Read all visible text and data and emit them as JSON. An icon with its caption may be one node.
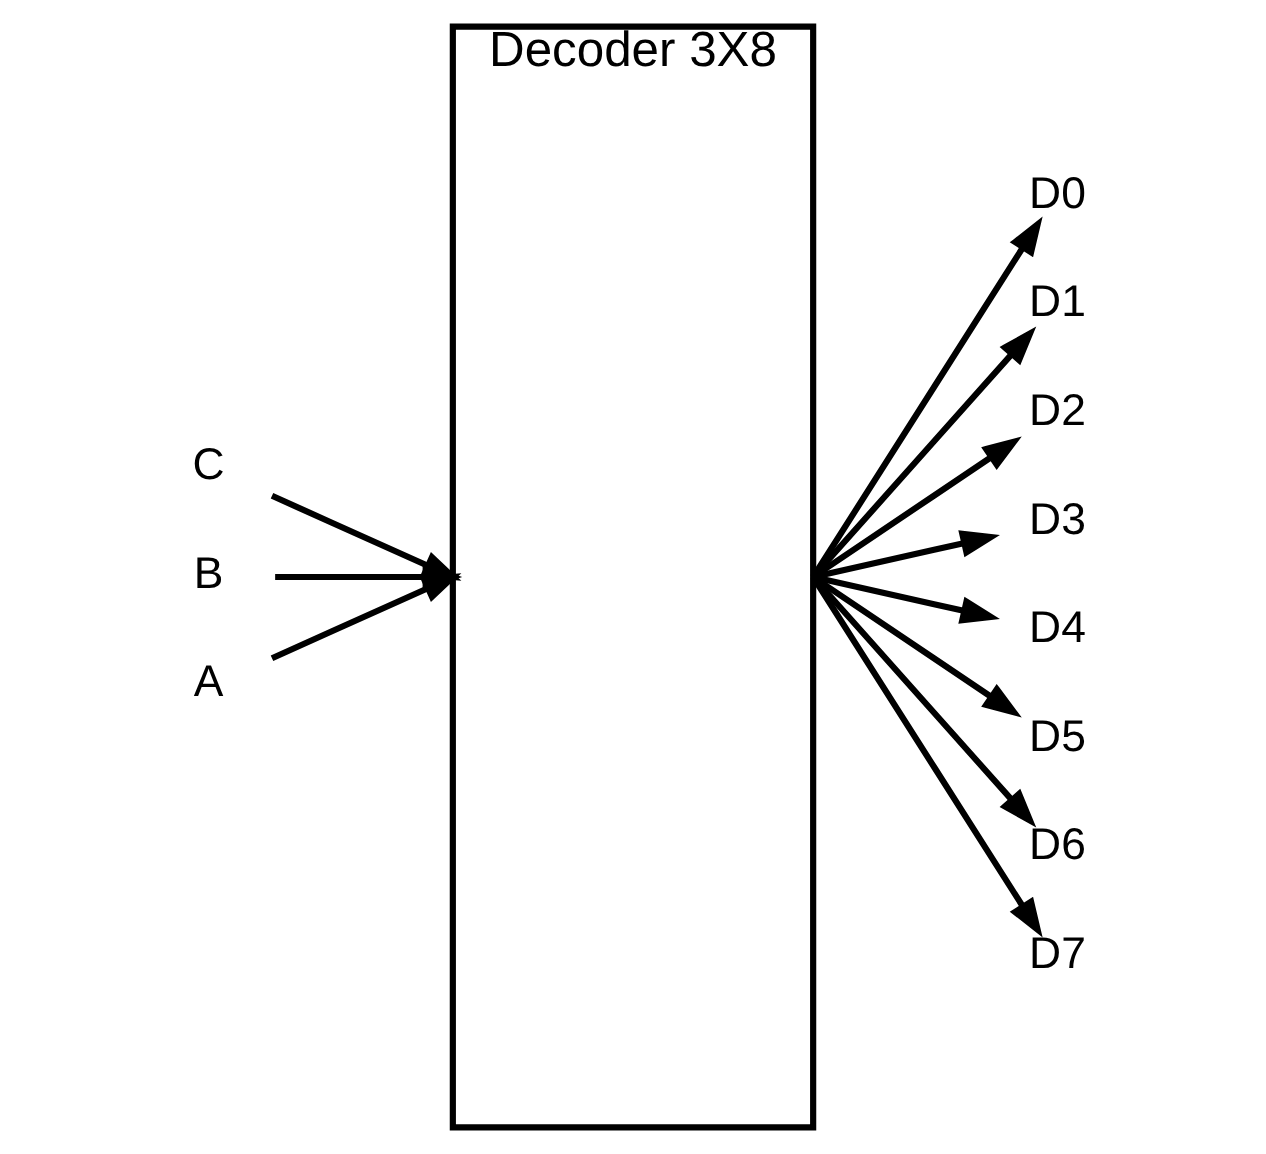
{
  "diagram": {
    "nodes": [
      {
        "text": [
          "Decoder 3X8"
        ]
      },
      {
        "text": [
          "C"
        ]
      },
      {
        "text": [
          "B"
        ]
      },
      {
        "text": [
          "A"
        ]
      },
      {
        "text": [
          "D0"
        ]
      },
      {
        "text": [
          "D1"
        ]
      },
      {
        "text": [
          "D2"
        ]
      },
      {
        "text": [
          "D3"
        ]
      },
      {
        "text": [
          "D4"
        ]
      },
      {
        "text": [
          "D5"
        ]
      },
      {
        "text": [
          "D6"
        ]
      },
      {
        "text": [
          "D7"
        ]
      }
    ],
    "edges": [
      {
        "from": 1,
        "to": 0,
        "arrow": "to"
      },
      {
        "from": 2,
        "to": 0,
        "arrow": "to"
      },
      {
        "from": 3,
        "to": 0,
        "arrow": "to"
      },
      {
        "from": 0,
        "to": 4,
        "arrow": "to"
      },
      {
        "from": 0,
        "to": 5,
        "arrow": "to"
      },
      {
        "from": 0,
        "to": 6,
        "arrow": "to"
      },
      {
        "from": 0,
        "to": 7,
        "arrow": "to"
      },
      {
        "from": 0,
        "to": 8,
        "arrow": "to"
      },
      {
        "from": 0,
        "to": 9,
        "arrow": "to"
      },
      {
        "from": 0,
        "to": 10,
        "arrow": "to"
      },
      {
        "from": 0,
        "to": 11,
        "arrow": "to"
      }
    ]
  }
}
